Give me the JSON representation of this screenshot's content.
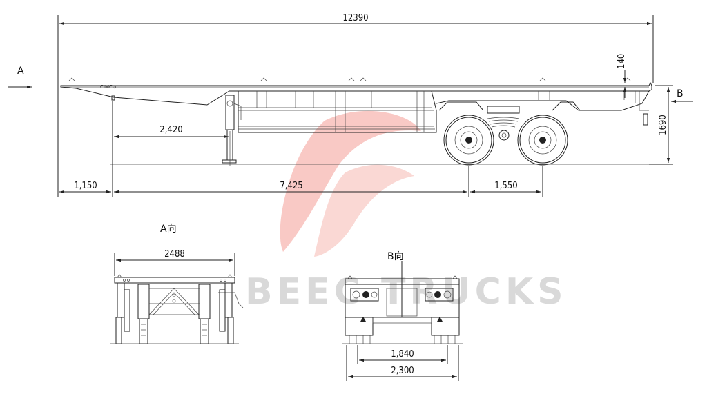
{
  "side_view": {
    "overall_length": "12390",
    "height_140": "140",
    "height_1690": "1690",
    "dim_2420": "2,420",
    "dim_1150": "1,150",
    "dim_7425": "7,425",
    "dim_1550": "1,550",
    "view_a": "A",
    "view_b": "B",
    "logo_text": "CIMC⊙"
  },
  "front_view": {
    "title": "A向",
    "width": "2488"
  },
  "rear_view": {
    "title": "B向",
    "track": "1,840",
    "width": "2,300"
  },
  "watermark": {
    "text": "BEEC TRUCKS",
    "color": "#f6c6c2"
  }
}
